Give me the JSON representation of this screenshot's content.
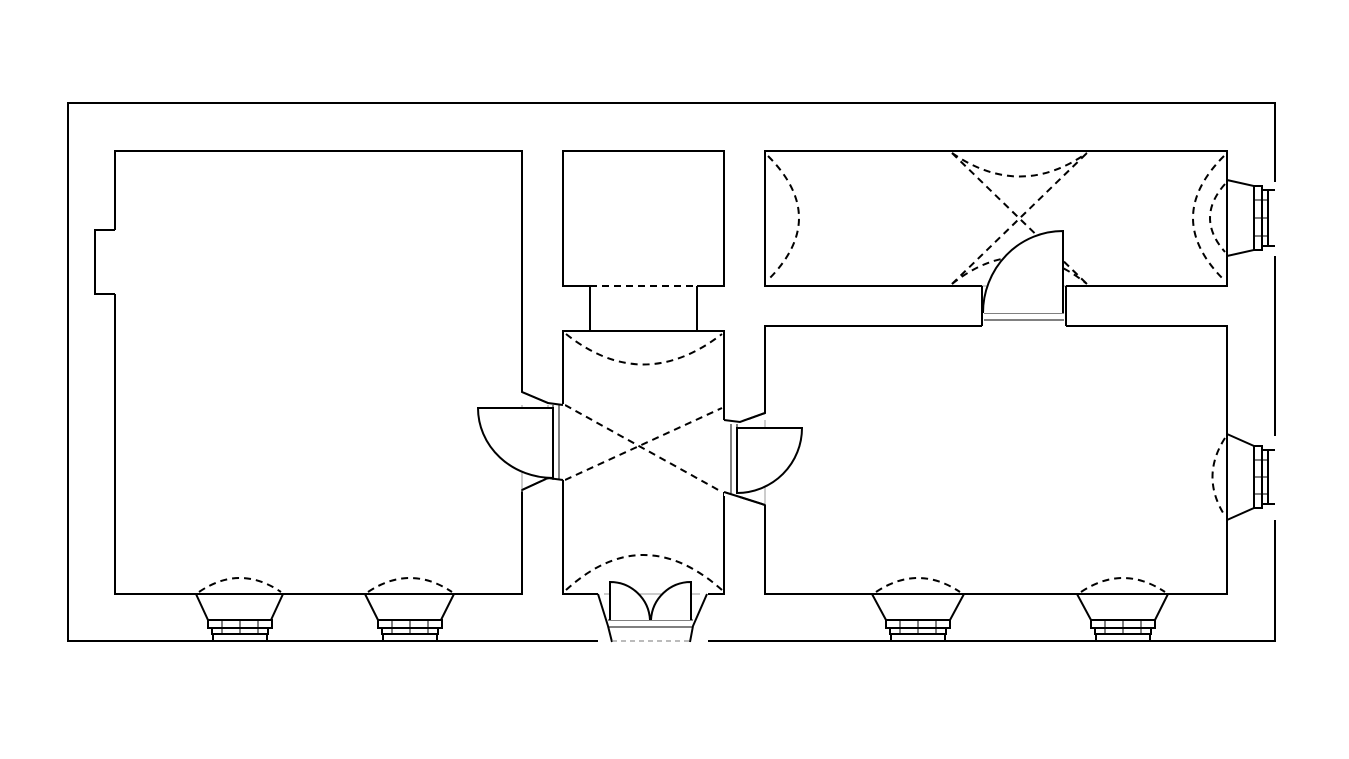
{
  "diagram": {
    "type": "floor-plan",
    "colors": {
      "line": "#000000",
      "background": "#ffffff",
      "jamb": "#9a9a9a"
    },
    "rooms": [
      {
        "id": "room-left",
        "kind": "room"
      },
      {
        "id": "room-middle-top",
        "kind": "room"
      },
      {
        "id": "hall",
        "kind": "corridor"
      },
      {
        "id": "room-right-top",
        "kind": "room"
      },
      {
        "id": "room-right-bottom",
        "kind": "room"
      }
    ],
    "openings": {
      "windows": 7,
      "doors": 4,
      "entrance_doors": 1
    }
  }
}
